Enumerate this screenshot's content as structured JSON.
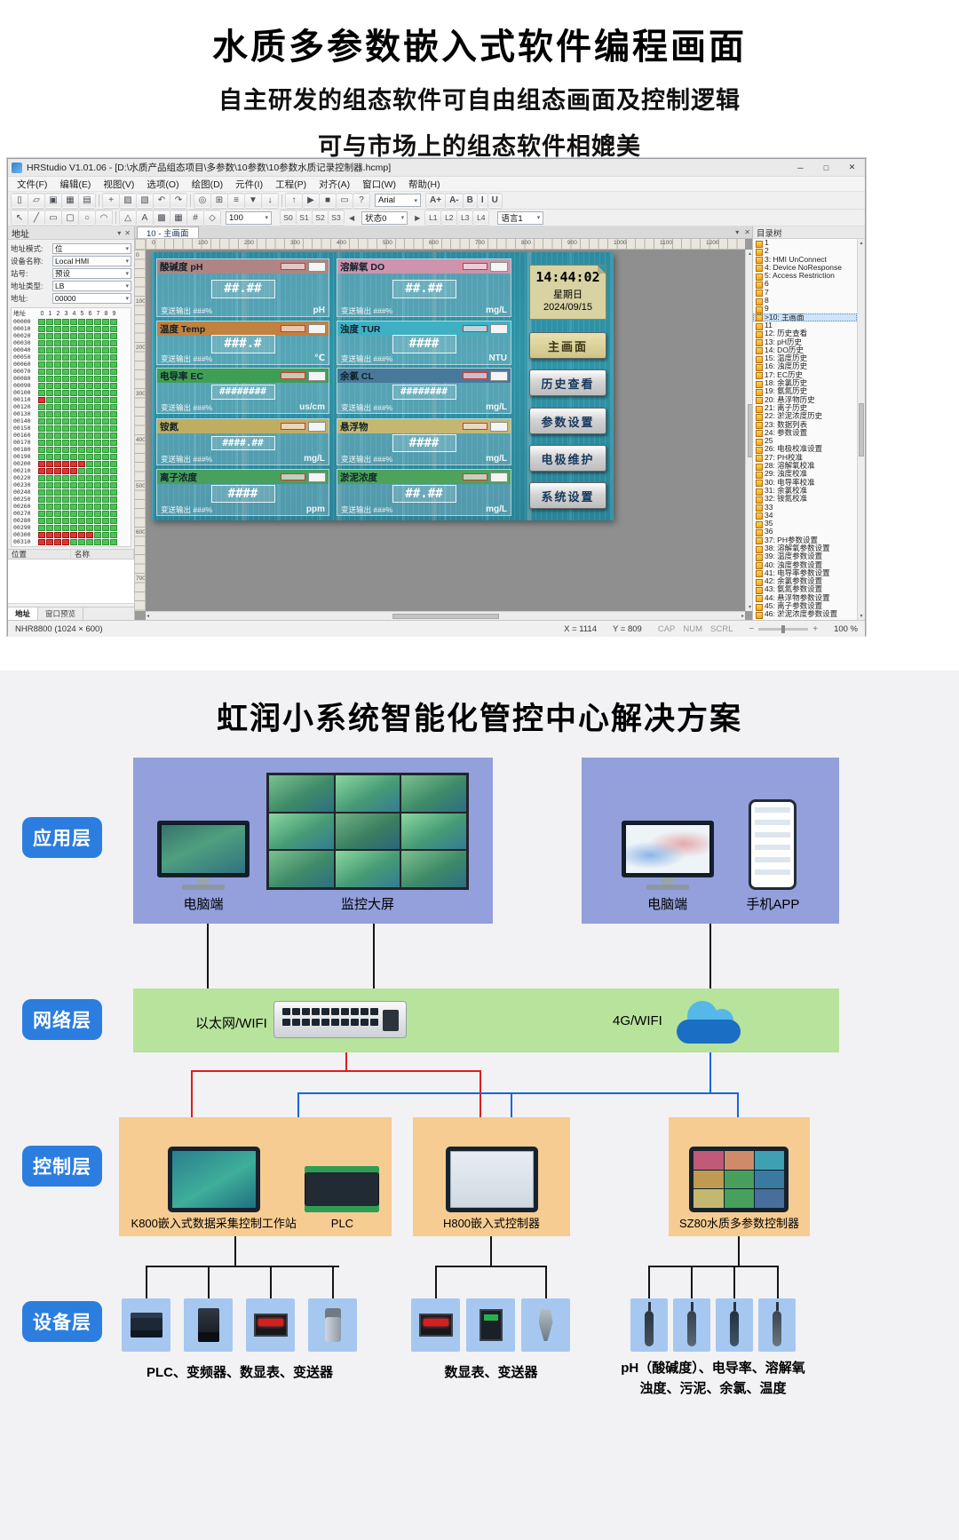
{
  "hero": {
    "title": "水质多参数嵌入式软件编程画面",
    "subtitle1": "自主研发的组态软件可自由组态画面及控制逻辑",
    "subtitle2": "可与市场上的组态软件相媲美"
  },
  "win": {
    "title": "HRStudio V1.01.06 - [D:\\水质产品组态项目\\多参数\\10参数\\10参数水质记录控制器.hcmp]",
    "window_buttons": {
      "min": "─",
      "max": "□",
      "close": "✕"
    },
    "menus": [
      "文件(F)",
      "编辑(E)",
      "视图(V)",
      "选项(O)",
      "绘图(D)",
      "元件(I)",
      "工程(P)",
      "对齐(A)",
      "窗口(W)",
      "帮助(H)"
    ],
    "toolbar1": [
      {
        "name": "new-icon",
        "glyph": "▯"
      },
      {
        "name": "open-icon",
        "glyph": "▱"
      },
      {
        "name": "save-icon",
        "glyph": "▣"
      },
      {
        "name": "save-all-icon",
        "glyph": "▦"
      },
      {
        "name": "print-icon",
        "glyph": "▤"
      },
      {
        "name": "add-icon",
        "glyph": "+"
      },
      {
        "name": "copy-icon",
        "glyph": "▨"
      },
      {
        "name": "paste-icon",
        "glyph": "▧"
      },
      {
        "name": "undo-icon",
        "glyph": "↶"
      },
      {
        "name": "redo-icon",
        "glyph": "↷"
      },
      {
        "name": "find-icon",
        "glyph": "◎"
      },
      {
        "name": "grid-icon",
        "glyph": "⊞"
      },
      {
        "name": "align-icon",
        "glyph": "≡"
      },
      {
        "name": "compile-icon",
        "glyph": "▼"
      },
      {
        "name": "download-icon",
        "glyph": "↓"
      },
      {
        "name": "upload-icon",
        "glyph": "↑"
      },
      {
        "name": "simulate-icon",
        "glyph": "▶"
      },
      {
        "name": "stop-icon",
        "glyph": "■"
      },
      {
        "name": "device-icon",
        "glyph": "▭"
      },
      {
        "name": "help-icon",
        "glyph": "?"
      }
    ],
    "font_name": "Arial",
    "format_buttons": [
      "A+",
      "A-",
      "B",
      "I",
      "U"
    ],
    "toolbar2": [
      {
        "name": "select-tool-icon",
        "glyph": "↖"
      },
      {
        "name": "line-tool-icon",
        "glyph": "╱"
      },
      {
        "name": "rect-tool-icon",
        "glyph": "▭"
      },
      {
        "name": "rounded-rect-tool-icon",
        "glyph": "▢"
      },
      {
        "name": "ellipse-tool-icon",
        "glyph": "○"
      },
      {
        "name": "arc-tool-icon",
        "glyph": "◠"
      },
      {
        "name": "polygon-tool-icon",
        "glyph": "△"
      },
      {
        "name": "text-tool-icon",
        "glyph": "A"
      },
      {
        "name": "image-tool-icon",
        "glyph": "▩"
      },
      {
        "name": "table-tool-icon",
        "glyph": "▦"
      },
      {
        "name": "scale-tool-icon",
        "glyph": "#"
      },
      {
        "name": "diamond-tool-icon",
        "glyph": "◇"
      }
    ],
    "zoom_box": "100",
    "state_buttons": [
      "S0",
      "S1",
      "S2",
      "S3"
    ],
    "state_select": "状态0",
    "layer_buttons": [
      "L1",
      "L2",
      "L3",
      "L4"
    ],
    "language_select": "语言1",
    "address_panel": {
      "title": "地址",
      "fields": [
        {
          "label": "地址模式:",
          "value": "位"
        },
        {
          "label": "设备名称:",
          "value": "Local HMI"
        },
        {
          "label": "站号:",
          "value": "预设"
        },
        {
          "label": "地址类型:",
          "value": "LB"
        },
        {
          "label": "地址:",
          "value": "00000"
        }
      ],
      "grid_corner": "地址",
      "grid_cols": [
        "0",
        "1",
        "2",
        "3",
        "4",
        "5",
        "6",
        "7",
        "8",
        "9"
      ],
      "grid_rows": [
        [
          "00000",
          "GGGGGGGGGG"
        ],
        [
          "00010",
          "GGGGGGGGGG"
        ],
        [
          "00020",
          "GGGGGGGGGG"
        ],
        [
          "00030",
          "GGGGGGGGGG"
        ],
        [
          "00040",
          "GGGGGGGGGG"
        ],
        [
          "00050",
          "GGGGGGGGGG"
        ],
        [
          "00060",
          "GGGGGGGGGG"
        ],
        [
          "00070",
          "GGGGGGGGGG"
        ],
        [
          "00080",
          "GGGGGGGGGG"
        ],
        [
          "00090",
          "GGGGGGGGGG"
        ],
        [
          "00100",
          "GGGGGGGGGG"
        ],
        [
          "00110",
          "RGGGGGGGGG"
        ],
        [
          "00120",
          "GGGGGGGGGG"
        ],
        [
          "00130",
          "GGGGGGGGGG"
        ],
        [
          "00140",
          "GGGGGGGGGG"
        ],
        [
          "00150",
          "GGGGGGGGGG"
        ],
        [
          "00160",
          "GGGGGGGGGG"
        ],
        [
          "00170",
          "GGGGGGGGGG"
        ],
        [
          "00180",
          "GGGGGGGGGG"
        ],
        [
          "00190",
          "GGGGGGGGGG"
        ],
        [
          "00200",
          "RRRRRRGGGG"
        ],
        [
          "00210",
          "RRRRRGGGGG"
        ],
        [
          "00220",
          "GGGGGGGGGG"
        ],
        [
          "00230",
          "GGGGGGGGGG"
        ],
        [
          "00240",
          "GGGGGGGGGG"
        ],
        [
          "00250",
          "GGGGGGGGGG"
        ],
        [
          "00260",
          "GGGGGGGGGG"
        ],
        [
          "00270",
          "GGGGGGGGGG"
        ],
        [
          "00280",
          "GGGGGGGGGG"
        ],
        [
          "00290",
          "GGGGGGGGGG"
        ],
        [
          "00300",
          "RRRRRRRGGG"
        ],
        [
          "00310",
          "RRRRGGGGGG"
        ]
      ],
      "list_headers": [
        "位置",
        "名称"
      ],
      "tabs": [
        "地址",
        "窗口预览"
      ]
    },
    "canvas": {
      "tab": "10 - 主画面",
      "tab_icons": {
        "menu": "▾",
        "close": "✕"
      },
      "ruler_h": [
        "0",
        "100",
        "200",
        "300",
        "400",
        "500",
        "600",
        "700",
        "800",
        "900",
        "1000",
        "1100",
        "1200"
      ],
      "ruler_v": [
        "0",
        "100",
        "200",
        "300",
        "400",
        "500",
        "600",
        "700"
      ],
      "panels": [
        {
          "name": "酸碱度 pH",
          "value": "##.##",
          "output": "变送输出 ###%",
          "unit": "pH",
          "color": "#b08484"
        },
        {
          "name": "溶解氧 DO",
          "value": "##.##",
          "output": "变送输出 ###%",
          "unit": "mg/L",
          "color": "#cf93ad"
        },
        {
          "name": "温度 Temp",
          "value": "###.#",
          "output": "变送输出 ###%",
          "unit": "℃",
          "color": "#c1813f"
        },
        {
          "name": "浊度 TUR",
          "value": "####",
          "output": "变送输出 ###%",
          "unit": "NTU",
          "color": "#3fb0c4"
        },
        {
          "name": "电导率 EC",
          "value": "########",
          "output": "变送输出 ###%",
          "unit": "us/cm",
          "color": "#3f9e55"
        },
        {
          "name": "余氯 CL",
          "value": "########",
          "output": "变送输出 ###%",
          "unit": "mg/L",
          "color": "#48799b"
        },
        {
          "name": "铵氮",
          "value": "####.##",
          "output": "变送输出 ###%",
          "unit": "mg/L",
          "color": "#bfae62"
        },
        {
          "name": "悬浮物",
          "value": "####",
          "output": "变送输出 ###%",
          "unit": "mg/L",
          "color": "#c4b871"
        },
        {
          "name": "离子浓度",
          "value": "####",
          "output": "变送输出 ###%",
          "unit": "ppm",
          "color": "#47a05e"
        },
        {
          "name": "淤泥浓度",
          "value": "##.##",
          "output": "变送输出 ###%",
          "unit": "mg/L",
          "color": "#4da35c"
        }
      ],
      "clock": {
        "time": "14:44:02",
        "week": "星期日",
        "date": "2024/09/15"
      },
      "buttons": [
        "主画面",
        "历史查看",
        "参数设置",
        "电极维护",
        "系统设置"
      ]
    },
    "tree": {
      "title": "目录树",
      "selected_index": 9,
      "items": [
        "1",
        "2",
        "3:  HMI UnConnect",
        "4:  Device NoResponse",
        "5:  Access Restriction",
        "6",
        "7",
        "8",
        "9",
        ">10: 主画面",
        "11",
        "12: 历史查看",
        "13: pH历史",
        "14: DO历史",
        "15: 温度历史",
        "16: 浊度历史",
        "17: EC历史",
        "18: 余氯历史",
        "19: 氨氮历史",
        "20: 悬浮物历史",
        "21: 离子历史",
        "22: 淤泥浓度历史",
        "23: 数据列表",
        "24: 参数设置",
        "25",
        "26: 电极校准设置",
        "27: PH校准",
        "28: 溶解氧校准",
        "29: 浊度校准",
        "30: 电导率校准",
        "31: 余氯校准",
        "32: 铵氮校准",
        "33",
        "34",
        "35",
        "36",
        "37: PH参数设置",
        "38: 溶解氧参数设置",
        "39: 温度参数设置",
        "40: 浊度参数设置",
        "41: 电导率参数设置",
        "42: 余氯参数设置",
        "43: 氨氮参数设置",
        "44: 悬浮物参数设置",
        "45: 离子参数设置",
        "46: 淤泥浓度参数设置"
      ]
    },
    "status": {
      "device": "NHR8800 (1024 × 600)",
      "x": "X = 1114",
      "y": "Y = 809",
      "flags": [
        "CAP",
        "NUM",
        "SCRL"
      ],
      "zoom": "100 %"
    }
  },
  "solution": {
    "title": "虹润小系统智能化管控中心解决方案",
    "layers": [
      "应用层",
      "网络层",
      "控制层",
      "设备层"
    ],
    "app": {
      "pc1": "电脑端",
      "wall": "监控大屏",
      "pc2": "电脑端",
      "phone": "手机APP"
    },
    "network": {
      "lan": "以太网/WIFI",
      "wan": "4G/WIFI"
    },
    "control": {
      "k800": "K800嵌入式数据采集控制工作站",
      "plc": "PLC",
      "h800": "H800嵌入式控制器",
      "sz80": "SZ80水质多参数控制器"
    },
    "devices": {
      "group1": "PLC、变频器、数显表、变送器",
      "group2": "数显表、变送器",
      "group3a": "pH（酸碱度）、电导率、溶解氧",
      "group3b": "浊度、污泥、余氯、温度"
    },
    "colors": {
      "badge": "#2b7de0",
      "app_box": "#93a0dc",
      "network_box": "#b7e39c",
      "control_box": "#f6cc92",
      "device_box": "#a6c8f0",
      "line_red": "#e01c1c",
      "line_blue": "#1565e0",
      "line_black": "#141414"
    }
  }
}
